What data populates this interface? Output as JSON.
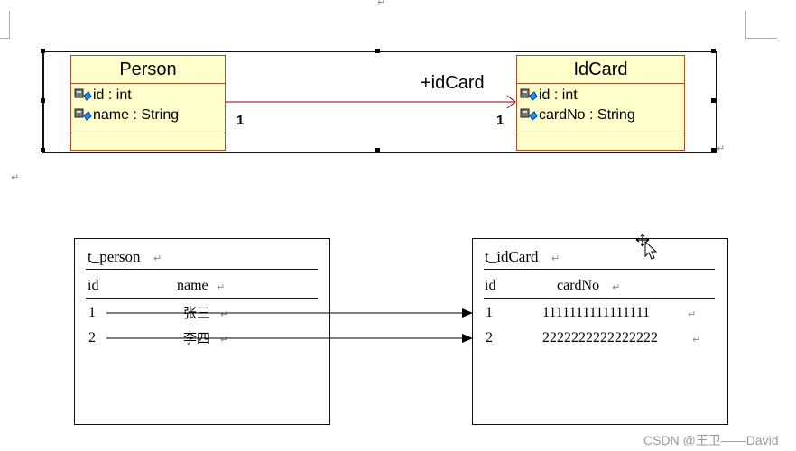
{
  "uml": {
    "person": {
      "name": "Person",
      "attributes": [
        "id : int",
        "name : String"
      ]
    },
    "idcard": {
      "name": "IdCard",
      "attributes": [
        "id : int",
        "cardNo : String"
      ]
    },
    "association": {
      "role": "+idCard",
      "source_multiplicity": "1",
      "target_multiplicity": "1"
    }
  },
  "tables": {
    "person": {
      "name": "t_person",
      "columns": [
        "id",
        "name"
      ],
      "rows": [
        [
          "1",
          "张三"
        ],
        [
          "2",
          "李四"
        ]
      ]
    },
    "idcard": {
      "name": "t_idCard",
      "columns": [
        "id",
        "cardNo"
      ],
      "rows": [
        [
          "1",
          "1111111111111111"
        ],
        [
          "2",
          "2222222222222222"
        ]
      ]
    }
  },
  "watermark": "CSDN @王卫——David",
  "colors": {
    "class_fill": "#ffffcc",
    "class_border": "#a0522d",
    "association_line": "#800000"
  }
}
